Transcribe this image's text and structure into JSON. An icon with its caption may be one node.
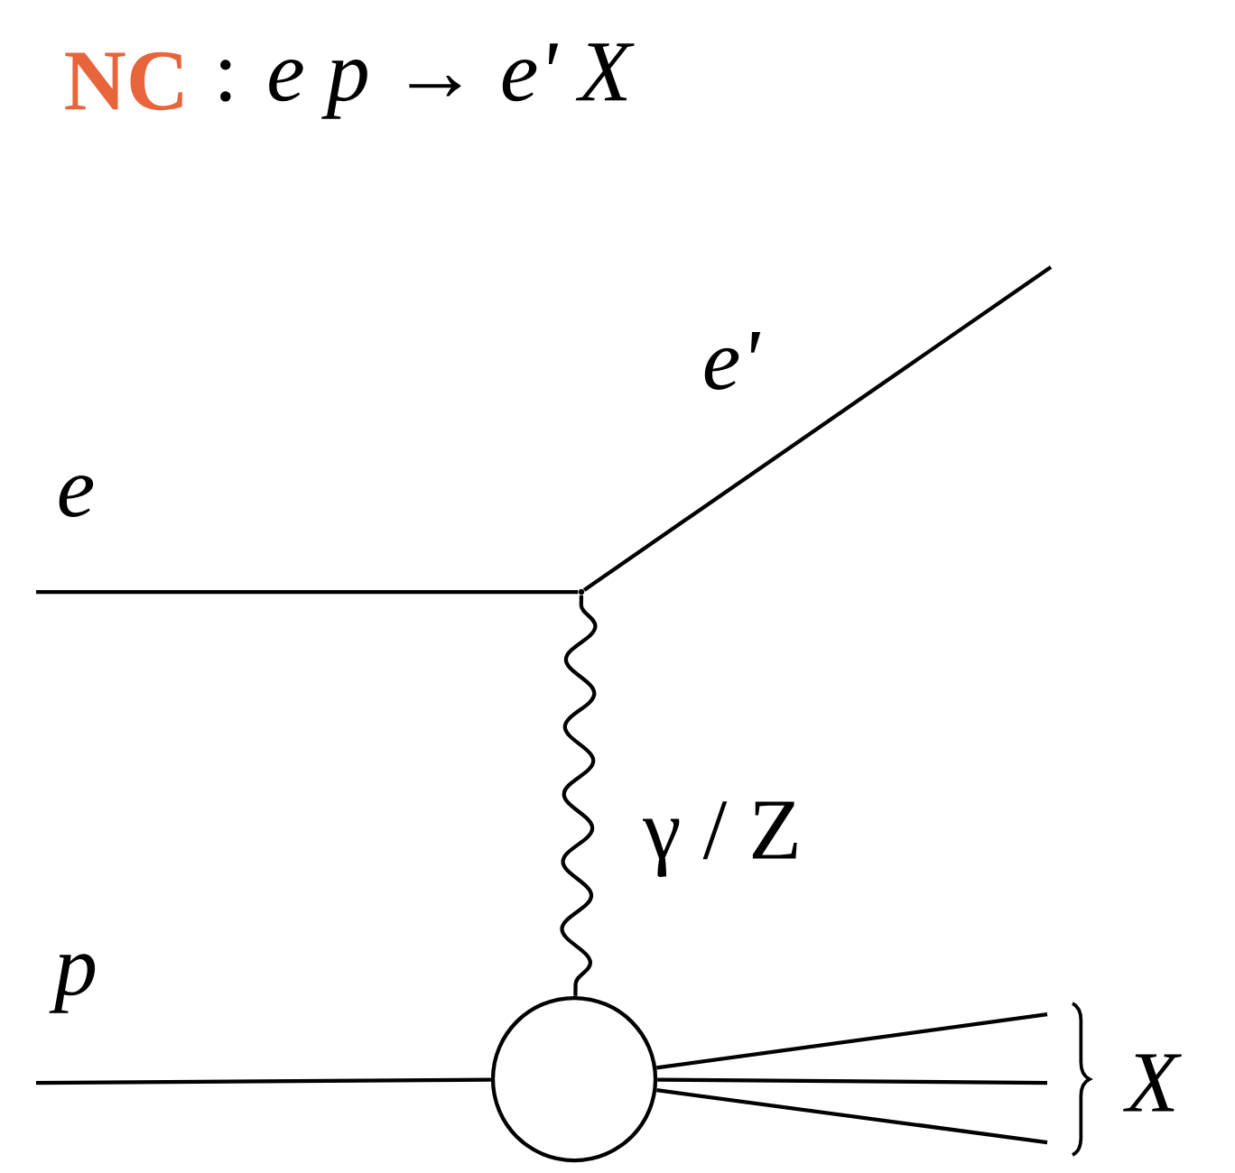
{
  "diagram": {
    "title": "NC",
    "nodes": [
      {
        "text": [],
        "shape": "point"
      },
      {
        "text": [],
        "shape": "circle"
      }
    ],
    "edges": [
      {
        "from": null,
        "to": 0,
        "arrow": "none",
        "label": "*e*"
      },
      {
        "from": 0,
        "to": null,
        "arrow": "none",
        "label": "*e'*"
      },
      {
        "from": 0,
        "to": 1,
        "arrow": "none",
        "label": "γ / Z"
      },
      {
        "from": null,
        "to": 1,
        "arrow": "none",
        "label": "*p*"
      },
      {
        "from": 1,
        "to": null,
        "arrow": "none"
      },
      {
        "from": 1,
        "to": null,
        "arrow": "none"
      },
      {
        "from": 1,
        "to": null,
        "arrow": "none"
      }
    ],
    "labels": [
      ": *e p* → *e' X*",
      "*X*"
    ]
  }
}
